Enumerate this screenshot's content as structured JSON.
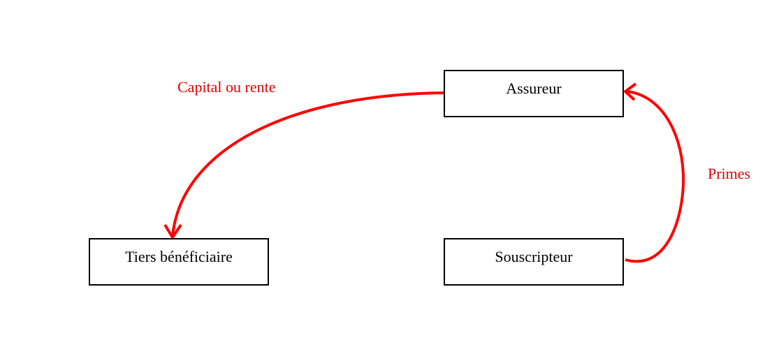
{
  "nodes": {
    "assureur": "Assureur",
    "beneficiaire": "Tiers bénéficiaire",
    "souscripteur": "Souscripteur"
  },
  "edges": {
    "capital": "Capital ou rente",
    "primes": "Primes"
  },
  "colors": {
    "arrow": "#ff0000",
    "label": "#e00000"
  }
}
